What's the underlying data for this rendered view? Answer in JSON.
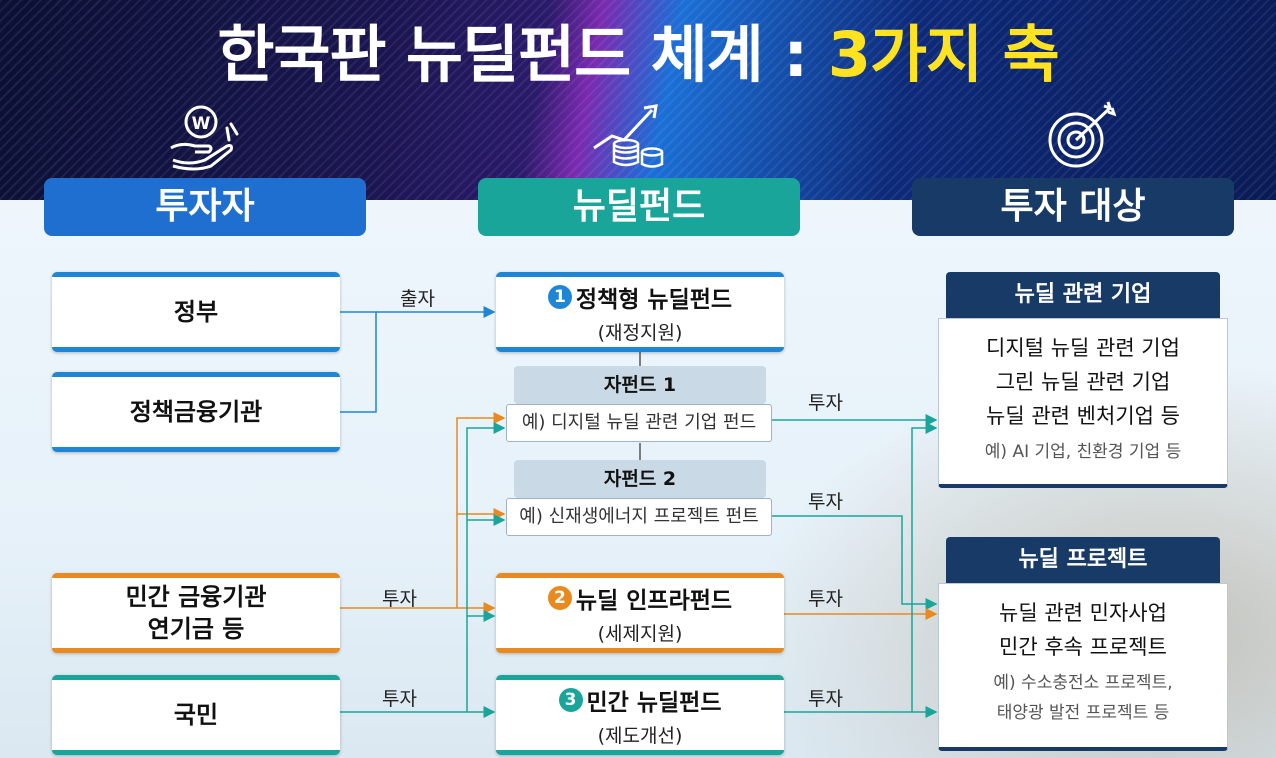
{
  "title": {
    "main": "한국판 뉴딜펀드 체계 : ",
    "highlight": "3가지 축"
  },
  "headers": {
    "investor": "투자자",
    "fund": "뉴딜펀드",
    "target": "투자 대상"
  },
  "investors": [
    {
      "line1": "정부",
      "line2": ""
    },
    {
      "line1": "정책금융기관",
      "line2": ""
    },
    {
      "line1": "민간 금융기관",
      "line2": "연기금 등"
    },
    {
      "line1": "국민",
      "line2": ""
    }
  ],
  "funds": [
    {
      "num": "1",
      "title": "정책형 뉴딜펀드",
      "sub": "(재정지원)",
      "color": "#1f86d6"
    },
    {
      "num": "2",
      "title": "뉴딜 인프라펀드",
      "sub": "(세제지원)",
      "color": "#e88a1f"
    },
    {
      "num": "3",
      "title": "민간 뉴딜펀드",
      "sub": "(제도개선)",
      "color": "#1aa59a"
    }
  ],
  "subfunds": [
    {
      "label": "자펀드 1",
      "example": "예) 디지털 뉴딜 관련 기업 펀드"
    },
    {
      "label": "자펀드 2",
      "example": "예) 신재생에너지 프로젝트 펀트"
    }
  ],
  "targets": [
    {
      "head": "뉴딜 관련 기업",
      "lines": [
        "디지털 뉴딜 관련 기업",
        "그린 뉴딜 관련 기업",
        "뉴딜 관련 벤처기업 등"
      ],
      "examples": [
        "예) AI 기업, 친환경 기업 등"
      ]
    },
    {
      "head": "뉴딜 프로젝트",
      "lines": [
        "뉴딜 관련 민자사업",
        "민간 후속 프로젝트"
      ],
      "examples": [
        "예) 수소충전소 프로젝트,",
        "태양광 발전 프로젝트 등"
      ]
    }
  ],
  "edge_labels": {
    "contribute": "출자",
    "invest": "투자"
  },
  "icons": [
    "hand-coin-icon",
    "coins-growth-icon",
    "target-arrow-icon"
  ],
  "colors": {
    "blue": "#1f86d6",
    "orange": "#e88a1f",
    "teal": "#1aa59a",
    "navy": "#173a66",
    "yellow": "#ffe320"
  }
}
